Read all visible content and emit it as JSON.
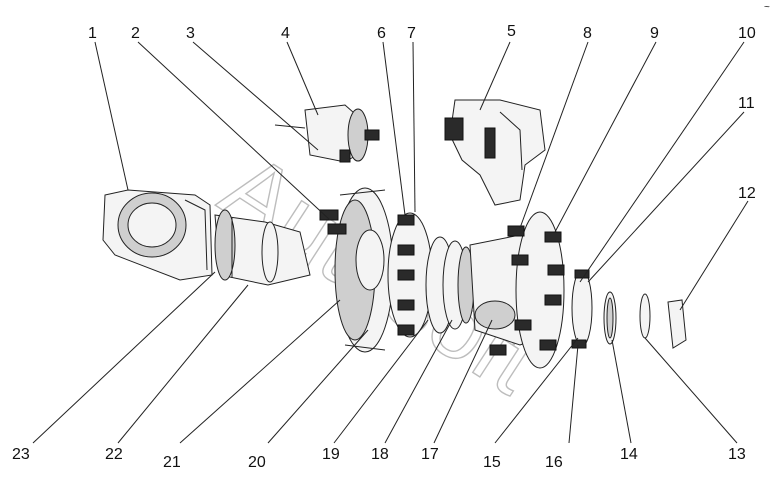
{
  "watermark": "Autosoft",
  "corner_mark": "~",
  "callouts": {
    "n1": "1",
    "n2": "2",
    "n3": "3",
    "n4": "4",
    "n5": "5",
    "n6": "6",
    "n7": "7",
    "n8": "8",
    "n9": "9",
    "n10": "10",
    "n11": "11",
    "n12": "12",
    "n13": "13",
    "n14": "14",
    "n15": "15",
    "n16": "16",
    "n17": "17",
    "n18": "18",
    "n19": "19",
    "n20": "20",
    "n21": "21",
    "n22": "22",
    "n23": "23"
  }
}
